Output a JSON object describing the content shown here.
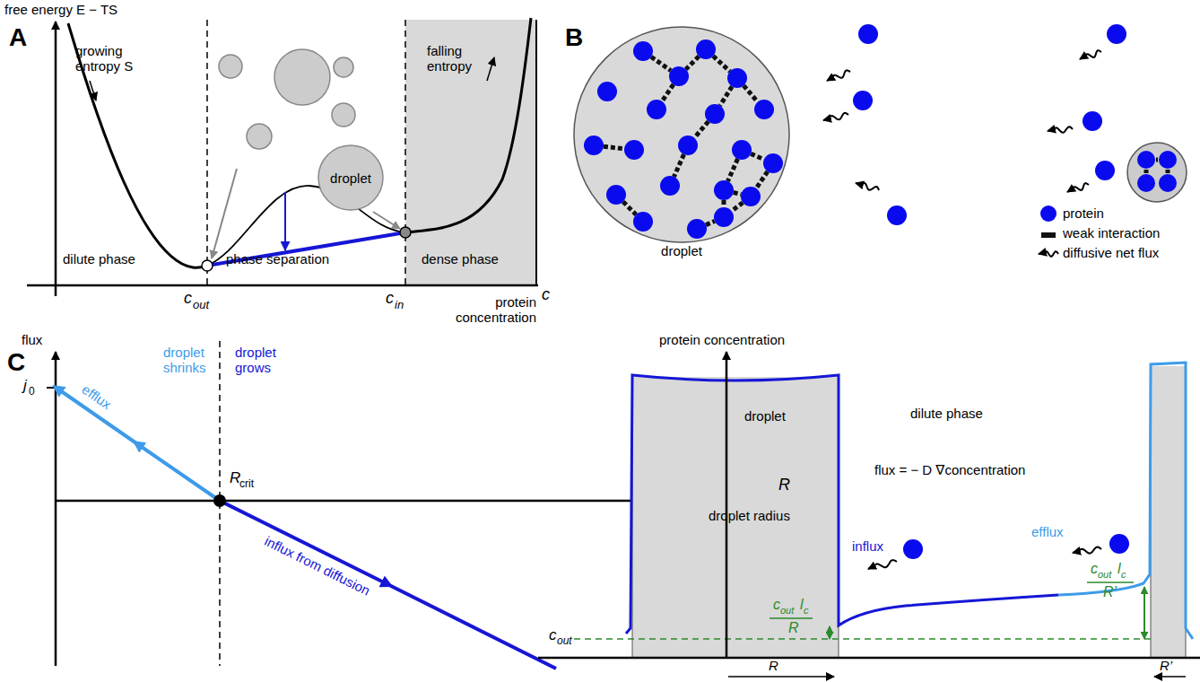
{
  "diagram": {
    "nodes": [
      {
        "text": [
          "droplet"
        ]
      },
      {
        "text": [
          "droplet"
        ]
      }
    ],
    "labels": [
      "free energy E − TS",
      "A",
      "growing entropy S",
      "falling entropy",
      "dilute phase",
      "phase separation",
      "dense phase",
      "c",
      "out",
      "c",
      "in",
      "c",
      "protein concentration",
      "B",
      "C",
      "flux",
      "droplet shrinks",
      "droplet grows",
      "j",
      "0",
      "R",
      "crit",
      "efflux",
      "influx from diffusion",
      "R",
      "droplet radius",
      "protein concentration",
      "droplet",
      "dilute phase",
      "flux = − D ∇concentration",
      "influx",
      "efflux",
      "c",
      "out",
      "c",
      "out",
      "l",
      "c",
      "R",
      "c",
      "out",
      "l",
      "c",
      "R’",
      "R",
      "R’"
    ],
    "legend": [
      {
        "text": "protein",
        "color": "#0a0aef"
      },
      {
        "text": "weak interaction"
      },
      {
        "text": "diffusive net flux"
      }
    ]
  }
}
